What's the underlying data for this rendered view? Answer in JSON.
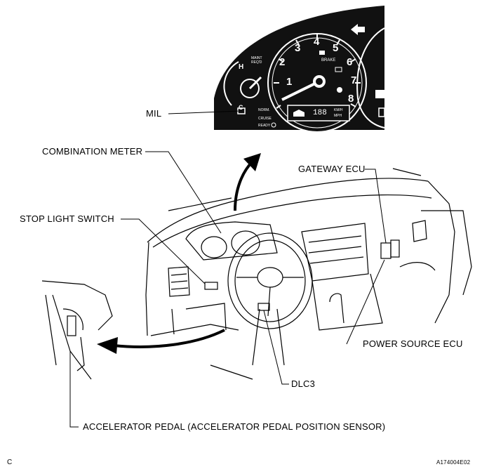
{
  "labels": {
    "mil": "MIL",
    "combination_meter": "COMBINATION METER",
    "stop_light_switch": "STOP LIGHT SWITCH",
    "gateway_ecu": "GATEWAY ECU",
    "power_source_ecu": "POWER SOURCE ECU",
    "dlc3": "DLC3",
    "accelerator_pedal": "ACCELERATOR PEDAL (ACCELERATOR PEDAL POSITION SENSOR)"
  },
  "corner": {
    "left": "C",
    "right": "A174004E02"
  },
  "meter": {
    "tach_numbers": [
      "1",
      "2",
      "3",
      "4",
      "5",
      "6",
      "7",
      "8"
    ],
    "temp_h": "H",
    "temp_c": "C",
    "brake": "BRAKE",
    "norm": "NORM.",
    "cruise": "CRUISE",
    "ready": "READY",
    "odo": "188",
    "unit_km": "KM/H",
    "unit_mph": "MPH",
    "maint": "MAINT",
    "reqd": "REQ'D"
  }
}
